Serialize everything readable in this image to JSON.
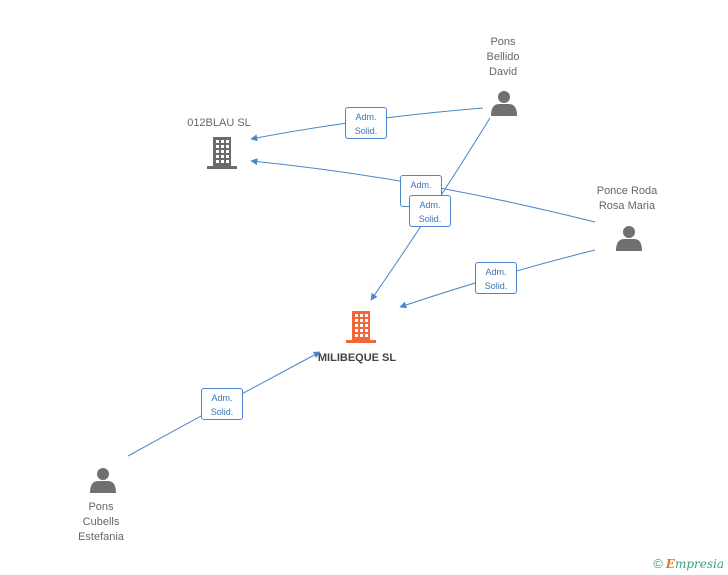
{
  "colors": {
    "edge": "#4a86c8",
    "person_icon": "#707070",
    "company_icon": "#6b6b6b",
    "main_company_icon": "#f0673a"
  },
  "nodes": {
    "n012blau": {
      "lines": [
        "012BLAU SL"
      ],
      "kind": "company",
      "main": false
    },
    "milibeque": {
      "lines": [
        "MILIBEQUE SL"
      ],
      "kind": "company",
      "main": true
    },
    "pons_bellido": {
      "lines": [
        "Pons",
        "Bellido",
        "David"
      ],
      "kind": "person"
    },
    "ponce_roda": {
      "lines": [
        "Ponce Roda",
        "Rosa Maria"
      ],
      "kind": "person"
    },
    "pons_cubells": {
      "lines": [
        "Pons",
        "Cubells",
        "Estefania"
      ],
      "kind": "person"
    }
  },
  "edges": [
    {
      "from": "pons_bellido",
      "to": "n012blau",
      "label": [
        "Adm.",
        "Solid."
      ]
    },
    {
      "from": "ponce_roda",
      "to": "n012blau",
      "label": [
        "Adm.",
        "Solid."
      ]
    },
    {
      "from": "pons_bellido",
      "to": "milibeque",
      "label": [
        "Adm.",
        "Solid."
      ]
    },
    {
      "from": "ponce_roda",
      "to": "milibeque",
      "label": [
        "Adm.",
        "Solid."
      ]
    },
    {
      "from": "pons_cubells",
      "to": "milibeque",
      "label": [
        "Adm.",
        "Solid."
      ]
    }
  ],
  "footer": {
    "copyright_symbol": "©",
    "brand_first": "E",
    "brand_rest": "mpresia"
  }
}
